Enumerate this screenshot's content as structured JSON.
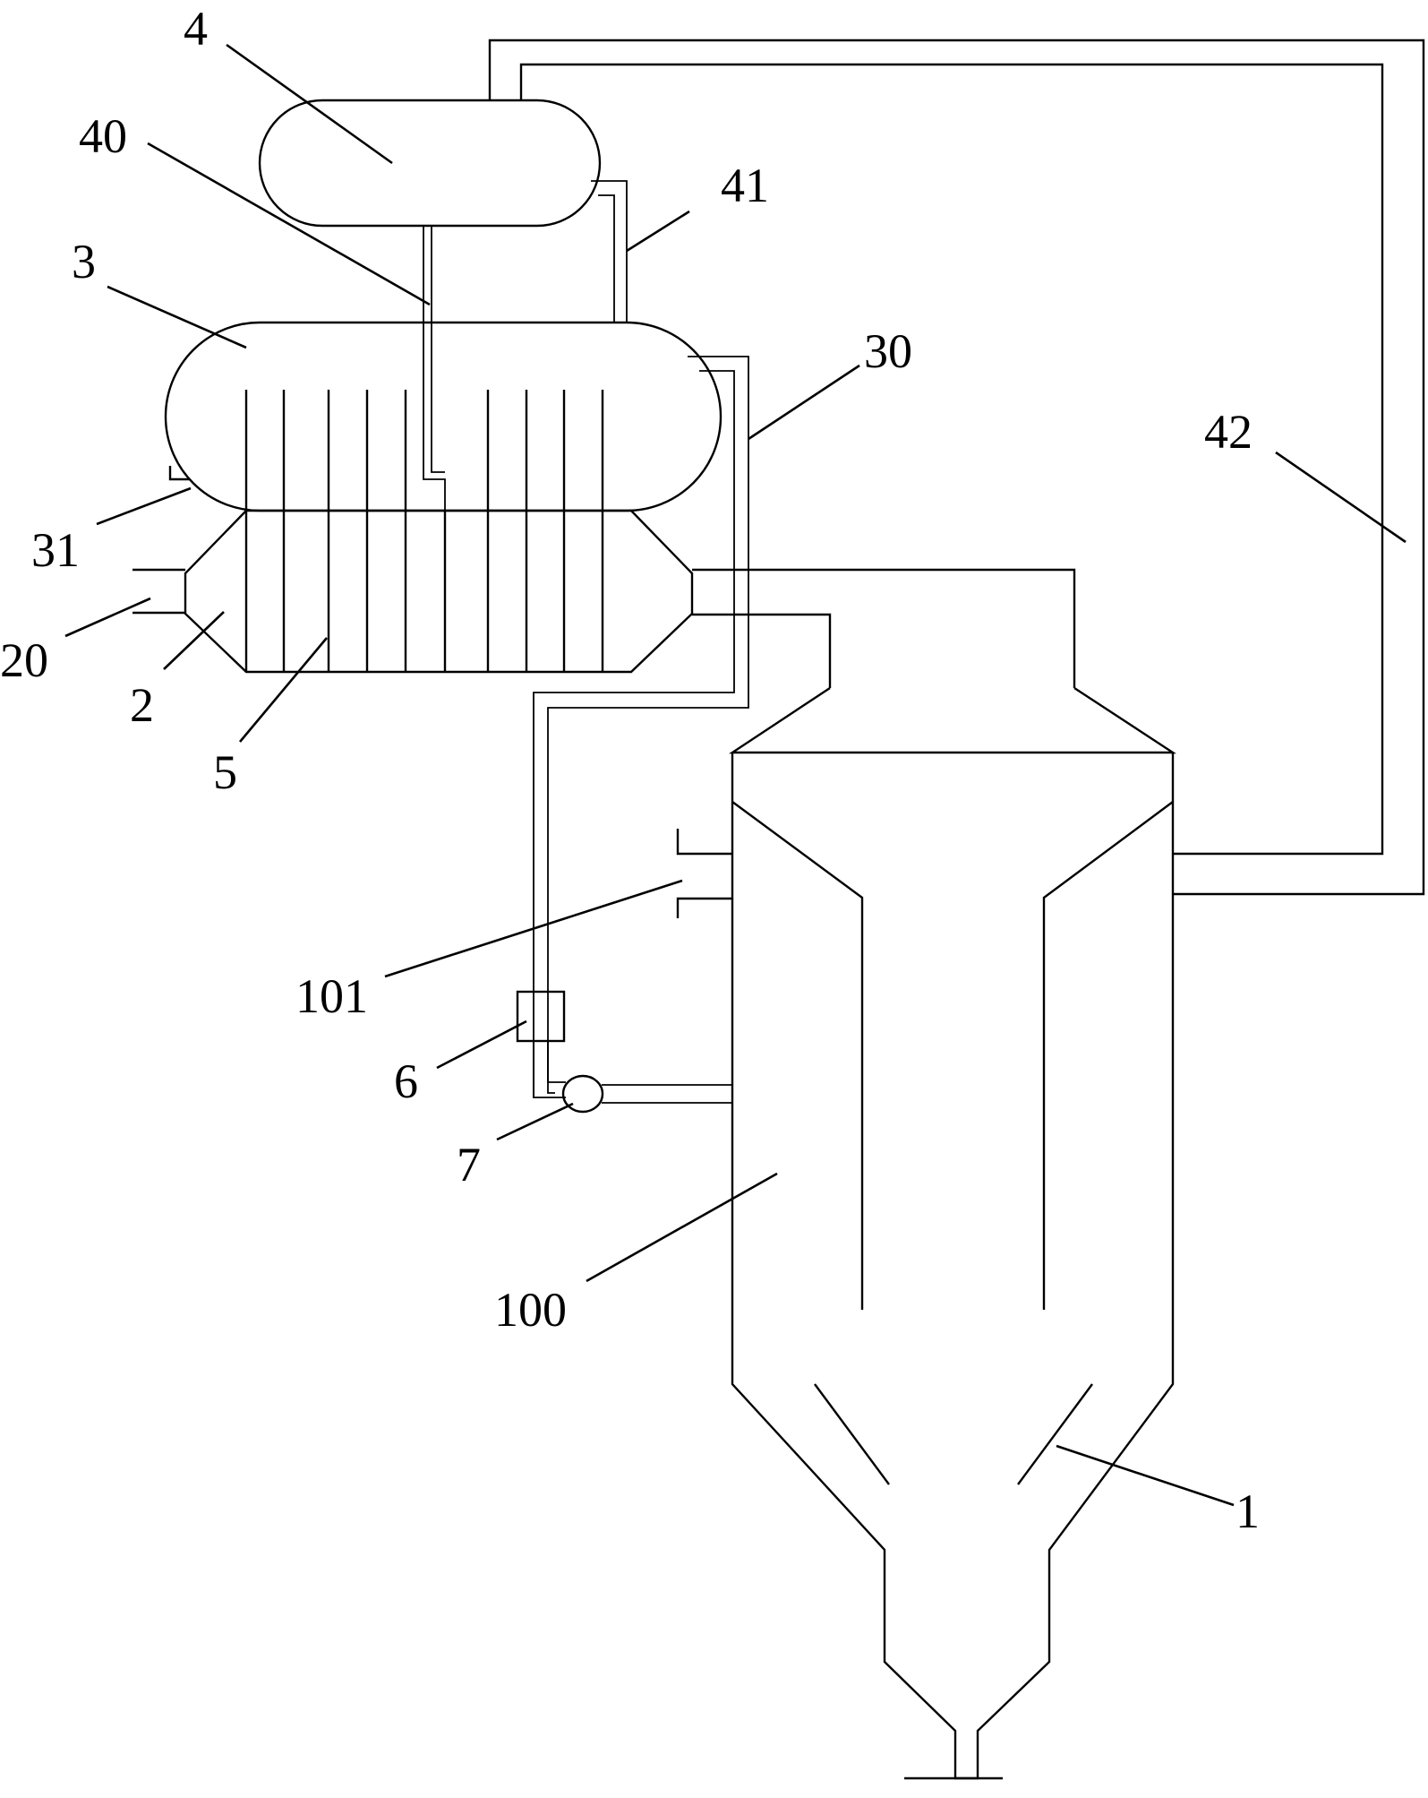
{
  "labels": {
    "l1": "1",
    "l2": "2",
    "l3": "3",
    "l4": "4",
    "l5": "5",
    "l6": "6",
    "l7": "7",
    "l20": "20",
    "l30": "30",
    "l31": "31",
    "l40": "40",
    "l41": "41",
    "l42": "42",
    "l100": "100",
    "l101": "101"
  },
  "colors": {
    "stroke": "#000000",
    "background": "#ffffff"
  }
}
